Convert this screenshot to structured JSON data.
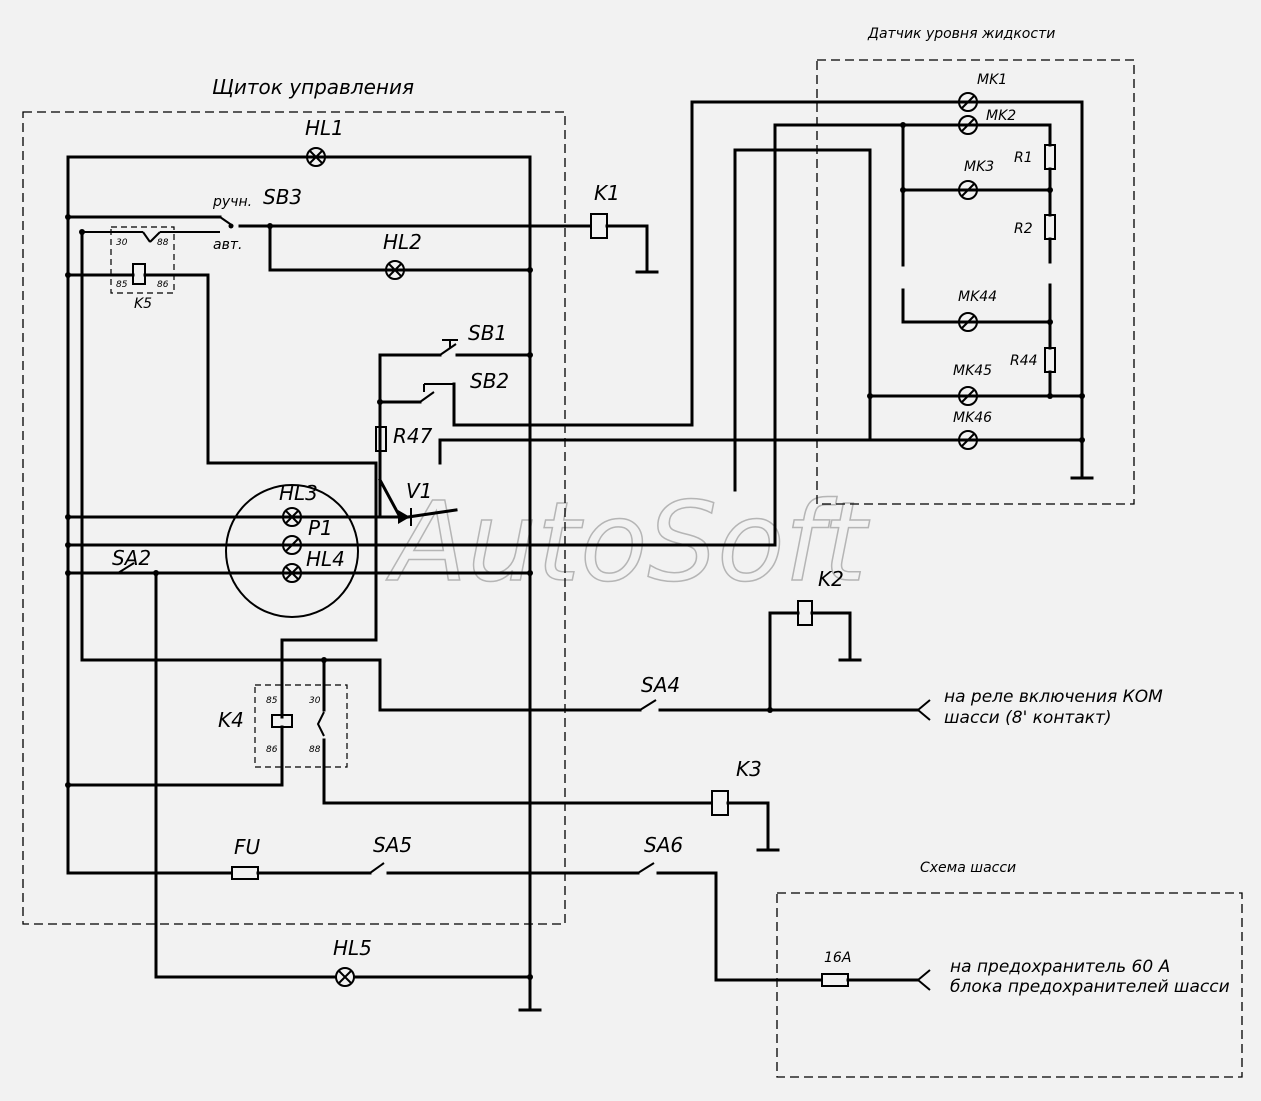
{
  "watermark": "AutoSoft",
  "blocks": {
    "control_panel": "Щиток управления",
    "level_sensor": "Датчик уровня жидкости",
    "chassis": "Схема шасси"
  },
  "components": {
    "HL1": "HL1",
    "HL2": "HL2",
    "HL3": "HL3",
    "HL4": "HL4",
    "HL5": "HL5",
    "P1": "P1",
    "SB1": "SB1",
    "SB2": "SB2",
    "SB3": "SB3",
    "SA2": "SA2",
    "SA4": "SA4",
    "SA5": "SA5",
    "SA6": "SA6",
    "K1": "K1",
    "K2": "K2",
    "K3": "K3",
    "K4": "K4",
    "K5": "K5",
    "R47": "R47",
    "V1": "V1",
    "FU": "FU",
    "R1": "R1",
    "R2": "R2",
    "R44": "R44",
    "MK1": "MK1",
    "MK2": "MK2",
    "MK3": "MK3",
    "MK44": "MK44",
    "MK45": "MK45",
    "MK46": "MK46",
    "fuse16": "16A"
  },
  "switch_positions": {
    "manual": "ручн.",
    "auto": "авт."
  },
  "relay_pins": {
    "p30": "30",
    "p85": "85",
    "p86": "86",
    "p88": "88"
  },
  "connections": {
    "kom_line1": "на реле  включения КОМ",
    "kom_line2": "шасси (8' контакт)",
    "fuse_line1": "на предохранитель 60 А",
    "fuse_line2": "блока предохранителей шасси"
  }
}
